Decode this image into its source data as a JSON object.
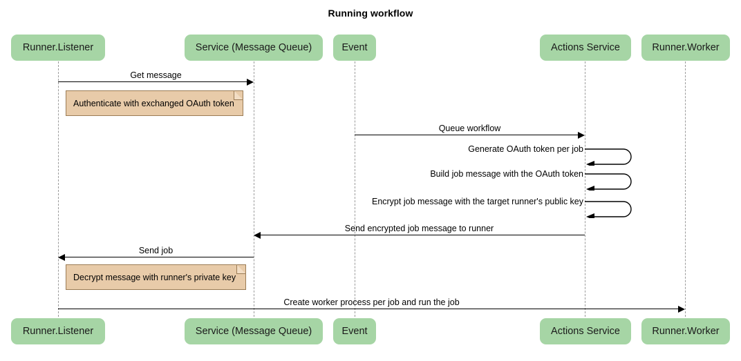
{
  "diagram": {
    "type": "sequence-diagram",
    "title": "Running workflow",
    "colors": {
      "actor_fill": "#a6d5a5",
      "note_fill": "#e8cba9",
      "note_border": "#9a7b54",
      "lifeline": "#9a9a9a",
      "arrow": "#000000",
      "background": "#ffffff"
    },
    "participants": [
      {
        "id": "runner-listener",
        "label": "Runner.Listener"
      },
      {
        "id": "service-message-queue",
        "label": "Service (Message Queue)"
      },
      {
        "id": "event",
        "label": "Event"
      },
      {
        "id": "actions-service",
        "label": "Actions Service"
      },
      {
        "id": "runner-worker",
        "label": "Runner.Worker"
      }
    ],
    "messages": [
      {
        "id": "get-message",
        "label": "Get message",
        "from": "runner-listener",
        "to": "service-message-queue",
        "direction": "right"
      },
      {
        "id": "queue-workflow",
        "label": "Queue workflow",
        "from": "event",
        "to": "actions-service",
        "direction": "right"
      },
      {
        "id": "generate-oauth-token",
        "label": "Generate OAuth token per job",
        "from": "actions-service",
        "to": "actions-service",
        "direction": "self"
      },
      {
        "id": "build-job-message",
        "label": "Build job message with the OAuth token",
        "from": "actions-service",
        "to": "actions-service",
        "direction": "self"
      },
      {
        "id": "encrypt-job-message",
        "label": "Encrypt job message with the target runner's public key",
        "from": "actions-service",
        "to": "actions-service",
        "direction": "self"
      },
      {
        "id": "send-encrypted-job-message",
        "label": "Send encrypted job message to runner",
        "from": "actions-service",
        "to": "service-message-queue",
        "direction": "left"
      },
      {
        "id": "send-job",
        "label": "Send job",
        "from": "service-message-queue",
        "to": "runner-listener",
        "direction": "left"
      },
      {
        "id": "create-worker-process",
        "label": "Create worker process per job and run the job",
        "from": "runner-listener",
        "to": "runner-worker",
        "direction": "right"
      }
    ],
    "notes": [
      {
        "id": "note-authenticate",
        "label": "Authenticate with exchanged OAuth token"
      },
      {
        "id": "note-decrypt",
        "label": "Decrypt message with runner's private key"
      }
    ]
  }
}
